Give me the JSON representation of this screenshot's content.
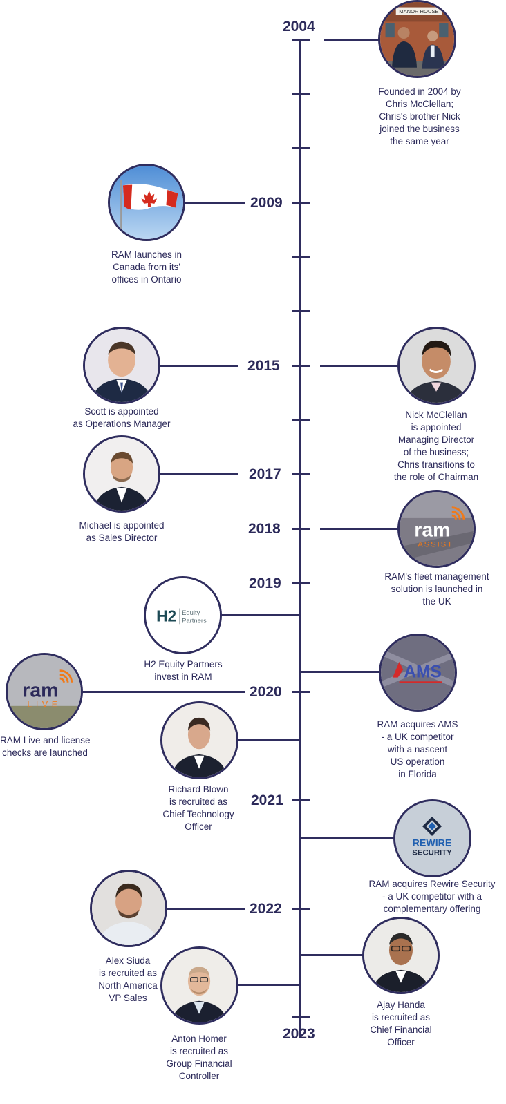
{
  "timeline": {
    "years": {
      "y2004": "2004",
      "y2009": "2009",
      "y2015": "2015",
      "y2017": "2017",
      "y2018": "2018",
      "y2019": "2019",
      "y2020": "2020",
      "y2021": "2021",
      "y2022": "2022",
      "y2023": "2023"
    },
    "events": {
      "founded": [
        "Founded in 2004 by",
        "Chris McClellan;",
        "Chris's brother Nick",
        "joined the business",
        "the same year"
      ],
      "canada": [
        "RAM launches in",
        "Canada from its'",
        "offices in Ontario"
      ],
      "scott": [
        "Scott is appointed",
        "as Operations Manager"
      ],
      "nick": [
        "Nick McClellan",
        "is appointed",
        "Managing Director",
        "of the business;",
        "Chris transitions to",
        "the role of  Chairman"
      ],
      "michael": [
        "Michael is appointed",
        "as Sales Director"
      ],
      "ramassist": [
        "RAM's fleet management",
        "solution is launched in",
        "the UK"
      ],
      "h2": [
        "H2 Equity Partners",
        "invest in RAM"
      ],
      "ramlive": [
        "RAM Live and license",
        "checks are launched"
      ],
      "ams": [
        "RAM acquires AMS",
        "- a UK competitor",
        "with a nascent",
        "US operation",
        "in Florida"
      ],
      "richard": [
        "Richard Blown",
        "is recruited as",
        "Chief Technology",
        "Officer"
      ],
      "rewire": [
        "RAM acquires Rewire Security",
        "- a UK competitor with a",
        "complementary offering"
      ],
      "alex": [
        "Alex Siuda",
        "is recruited as",
        "North America",
        "VP Sales"
      ],
      "ajay": [
        "Ajay Handa",
        "is recruited as",
        "Chief Financial",
        "Officer"
      ],
      "anton": [
        "Anton Homer",
        "is recruited as",
        "Group Financial",
        "Controller"
      ]
    },
    "logos": {
      "h2_mark": "H2",
      "h2_text_1": "Equity",
      "h2_text_2": "Partners",
      "ram_assist_word": "ram",
      "ram_assist_sub": "ASSIST",
      "ram_live_word": "ram",
      "ram_live_sub": "LIVE",
      "ams_word": "AMS",
      "rewire_1": "REWIRE",
      "rewire_2": "SECURITY",
      "building_sign": "MANOR HOUSE"
    }
  },
  "colors": {
    "navy": "#2f2d5e",
    "text": "#2c2a5a",
    "ram_orange": "#f07a1a",
    "ams_red": "#d42a2a",
    "rewire_blue": "#1f5fb0",
    "h2_teal": "#1d4a55"
  }
}
